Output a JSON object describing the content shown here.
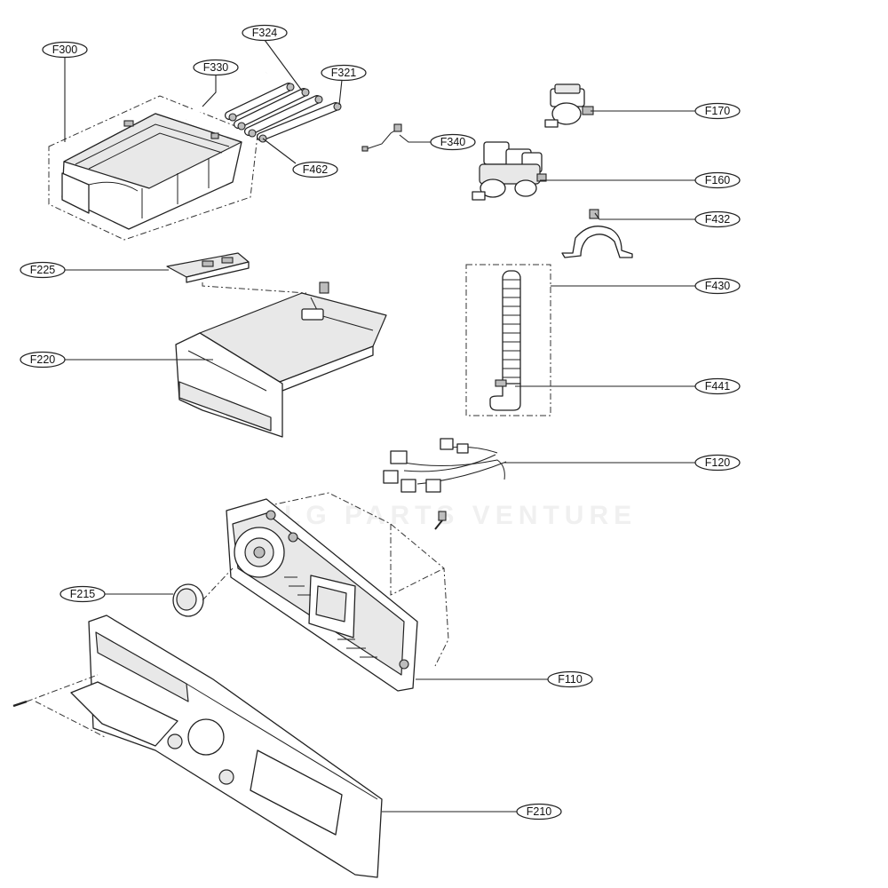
{
  "callouts": [
    {
      "id": "F300"
    },
    {
      "id": "F330"
    },
    {
      "id": "F324"
    },
    {
      "id": "F321"
    },
    {
      "id": "F462"
    },
    {
      "id": "F340"
    },
    {
      "id": "F170"
    },
    {
      "id": "F160"
    },
    {
      "id": "F432"
    },
    {
      "id": "F225"
    },
    {
      "id": "F430"
    },
    {
      "id": "F220"
    },
    {
      "id": "F441"
    },
    {
      "id": "F120"
    },
    {
      "id": "F215"
    },
    {
      "id": "F110"
    },
    {
      "id": "F210"
    }
  ],
  "watermark": "LG PARTS VENTURE"
}
